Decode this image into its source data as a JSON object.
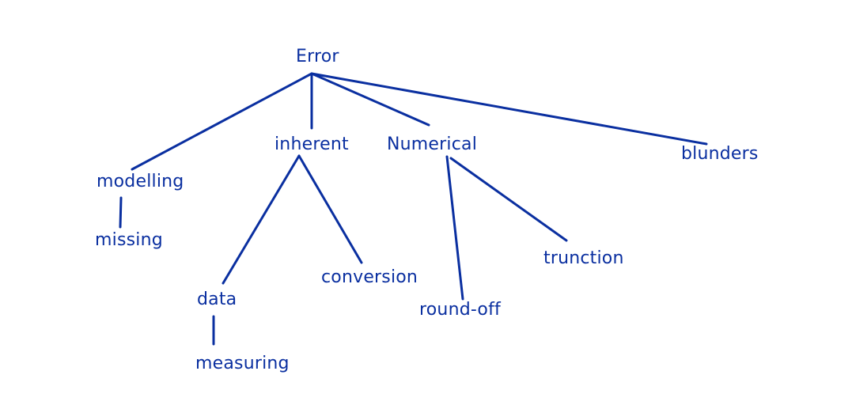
{
  "diagram": {
    "stroke_color": "#0a2fa0",
    "nodes": {
      "error": "Error",
      "inherent": "inherent",
      "numerical": "Numerical",
      "blunders": "blunders",
      "modelling": "modelling",
      "missing": "missing",
      "data": "data",
      "conversion": "conversion",
      "measuring": "measuring",
      "round_off": "round-off",
      "trunction": "trunction"
    }
  }
}
